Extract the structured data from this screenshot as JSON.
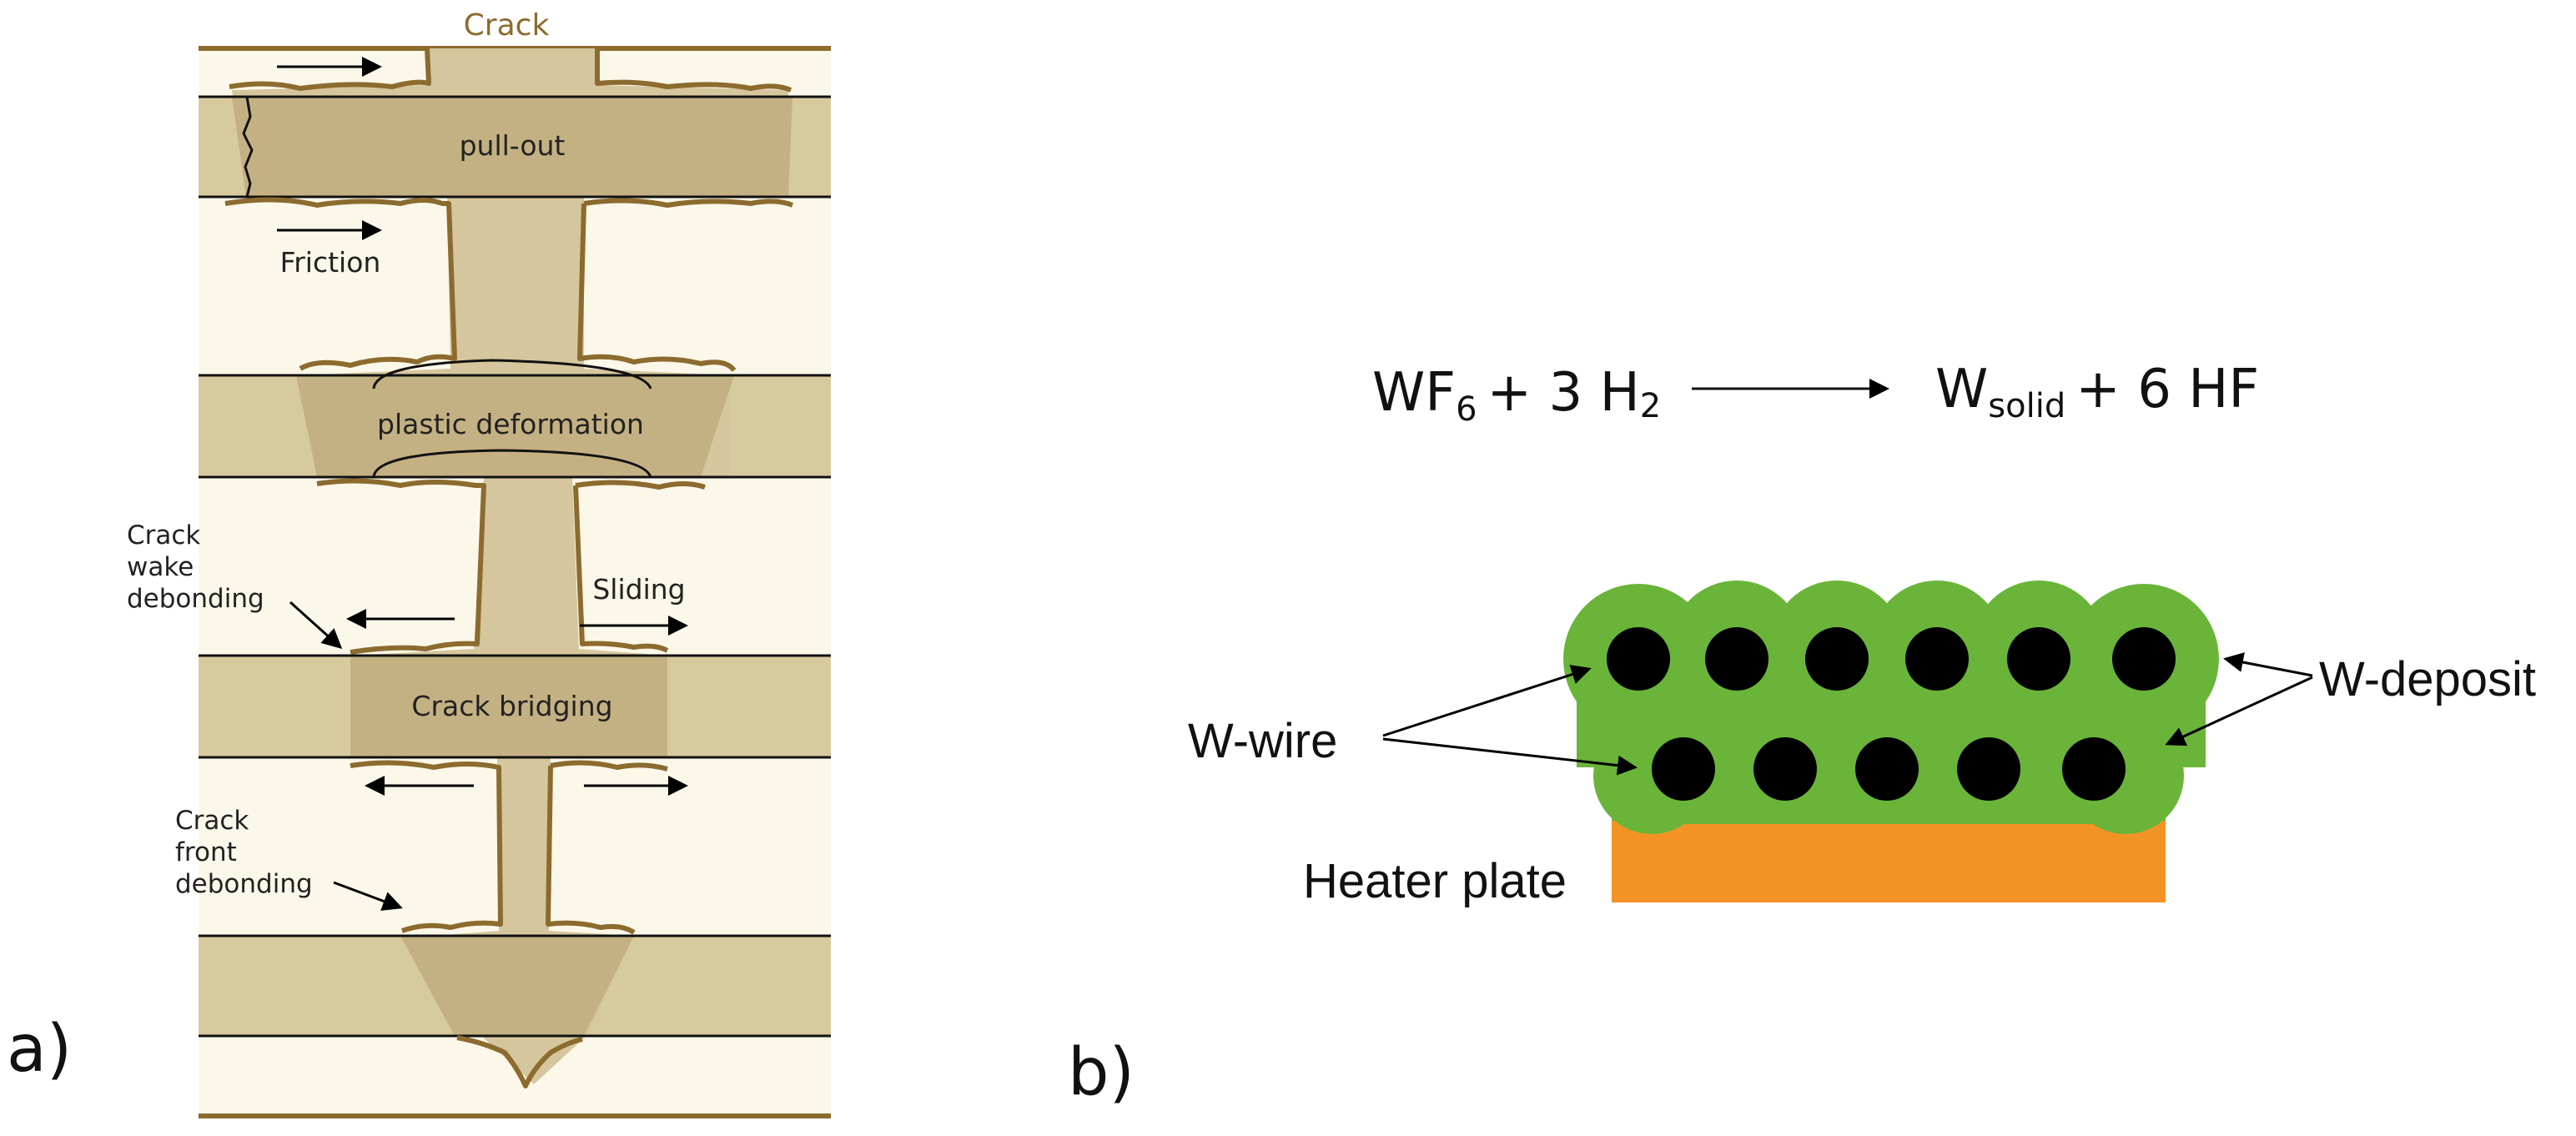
{
  "panel_a": {
    "panel_label": "a)",
    "title": "Crack",
    "labels": {
      "pull_out": "pull-out",
      "friction": "Friction",
      "plastic_deformation": "plastic deformation",
      "crack_wake_1": "Crack",
      "crack_wake_2": "wake",
      "crack_wake_3": "debonding",
      "sliding": "Sliding",
      "crack_bridging": "Crack bridging",
      "crack_front_1": "Crack",
      "crack_front_2": "front",
      "crack_front_3": "debonding"
    },
    "colors": {
      "matrix": "#fbf8ea",
      "fiber": "#d8ca9f",
      "crack_fill": "#d6c69d",
      "zone": "#c4b183",
      "crack_edge": "#8c6b2e"
    }
  },
  "panel_b": {
    "panel_label": "b)",
    "equation": {
      "lhs_wf": "WF",
      "lhs_wf_sub": "6",
      "lhs_plus": "+ 3 H",
      "lhs_h_sub": "2",
      "rhs_w": "W",
      "rhs_w_sub": "solid",
      "rhs_rest": "+ 6 HF"
    },
    "labels": {
      "w_wire": "W-wire",
      "w_deposit": "W-deposit",
      "heater_plate": "Heater plate"
    },
    "colors": {
      "deposit": "#6ab43a",
      "wire": "#000000",
      "heater": "#f39325"
    }
  }
}
